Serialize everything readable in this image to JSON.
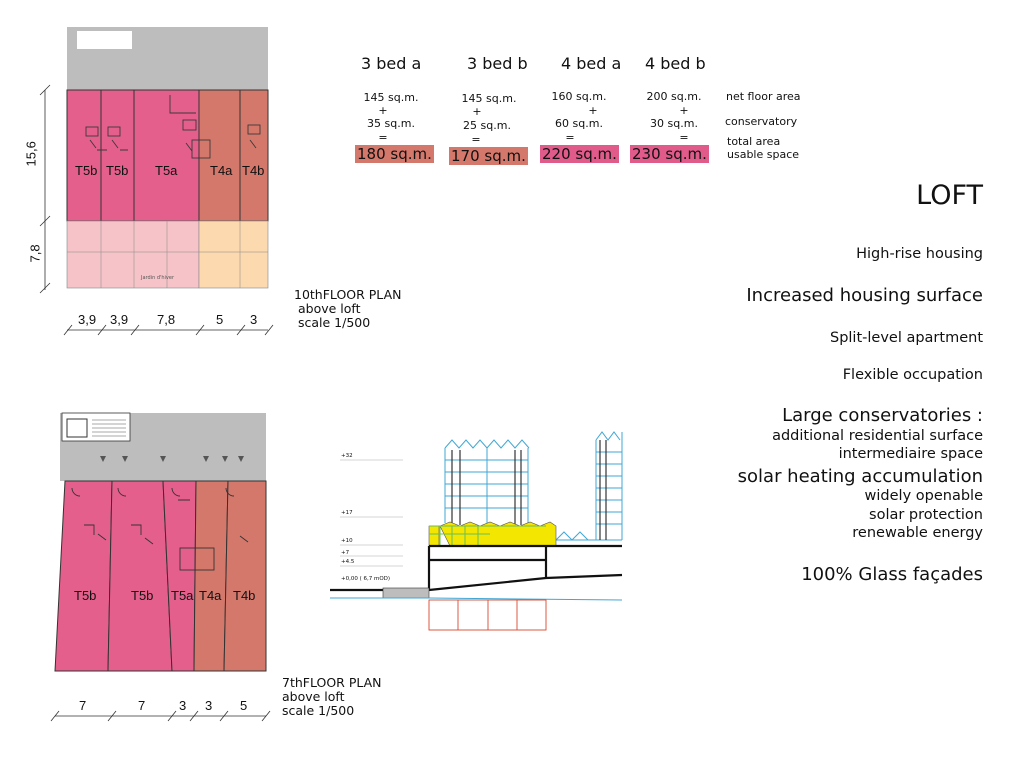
{
  "plan_top": {
    "height_dims": [
      "15,6",
      "7,8"
    ],
    "units": [
      "T5b",
      "T5b",
      "T5a",
      "T4a",
      "T4b"
    ],
    "widths": [
      "3,9",
      "3,9",
      "7,8",
      "5",
      "3"
    ],
    "caption": [
      "10thFLOOR PLAN",
      "above loft",
      "scale 1/500"
    ],
    "interior_label": "Jardin d'hiver"
  },
  "plan_bottom": {
    "units": [
      "T5b",
      "T5b",
      "T5a",
      "T4a",
      "T4b"
    ],
    "widths": [
      "7",
      "7",
      "3",
      "3",
      "5"
    ],
    "caption": [
      "7thFLOOR PLAN",
      "above loft",
      "scale 1/500"
    ]
  },
  "areas": {
    "types": [
      {
        "name": "3 bed a",
        "net": "145 sq.m.",
        "cons": "35 sq.m.",
        "total": "180 sq.m.",
        "color": "#d47a6e"
      },
      {
        "name": "3 bed b",
        "net": "145 sq.m.",
        "cons": "25 sq.m.",
        "total": "170 sq.m.",
        "color": "#d47a6e"
      },
      {
        "name": "4 bed a",
        "net": "160 sq.m.",
        "cons": "60 sq.m.",
        "total": "220 sq.m.",
        "color": "#e05a8a"
      },
      {
        "name": "4 bed b",
        "net": "200 sq.m.",
        "cons": "30 sq.m.",
        "total": "230 sq.m.",
        "color": "#e05a8a"
      }
    ],
    "plus": "+",
    "equals": "=",
    "labels": {
      "net": "net floor area",
      "cons": "conservatory",
      "total": "total area",
      "usable": "usable space"
    }
  },
  "section": {
    "levels": [
      "+32",
      "+17",
      "+10",
      "+7",
      "+4.5",
      "+0,00 ( 6,7 mOD)"
    ]
  },
  "text": {
    "title": "LOFT",
    "l1": "High-rise housing",
    "l2": "Increased housing surface",
    "l3": "Split-level apartment",
    "l4": "Flexible occupation",
    "l5": "Large conservatories :",
    "l6": "additional residential surface",
    "l7": "intermediaire space",
    "l8": "solar heating accumulation",
    "l9": "widely openable",
    "l10": "solar protection",
    "l11": "renewable energy",
    "l12": "100% Glass façades"
  },
  "colors": {
    "pink": "#e45f8c",
    "salmon": "#d4786c",
    "light_pink": "#f6c4c8",
    "peach": "#fcd9ae",
    "gray": "#bdbdbd",
    "yellow": "#f3e600",
    "blue": "#3fa7d6",
    "red_outline": "#d9492f"
  }
}
